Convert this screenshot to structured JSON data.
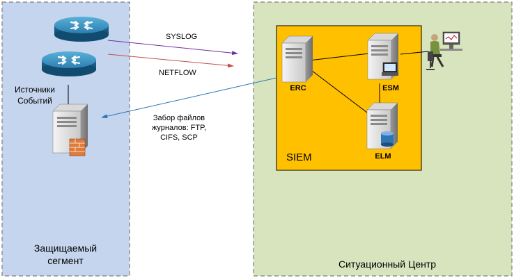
{
  "zones": {
    "protected": {
      "label_line1": "Защищаемый",
      "label_line2": "сегмент",
      "fill": "#c5d5ee",
      "border": "#7f7f7f"
    },
    "soc": {
      "label": "Ситуационный Центр",
      "fill": "#d8e4bd",
      "border": "#7f7f7f"
    },
    "siem": {
      "label": "SIEM",
      "fill": "#ffc000",
      "border": "#000000"
    }
  },
  "sources": {
    "label_line1": "Источники",
    "label_line2": "Событий"
  },
  "flows": {
    "syslog": {
      "label": "SYSLOG",
      "color": "#7030a0"
    },
    "netflow": {
      "label": "NETFLOW",
      "color": "#c0504d"
    },
    "collect": {
      "label_line1": "Забор файлов",
      "label_line2": "журналов: FTP,",
      "label_line3": "CIFS, SCP",
      "color": "#2e75b6"
    }
  },
  "nodes": {
    "erc": "ERC",
    "esm": "ESM",
    "elm": "ELM"
  },
  "icons": [
    "router-icon",
    "server-icon",
    "operator-workstation-icon"
  ]
}
